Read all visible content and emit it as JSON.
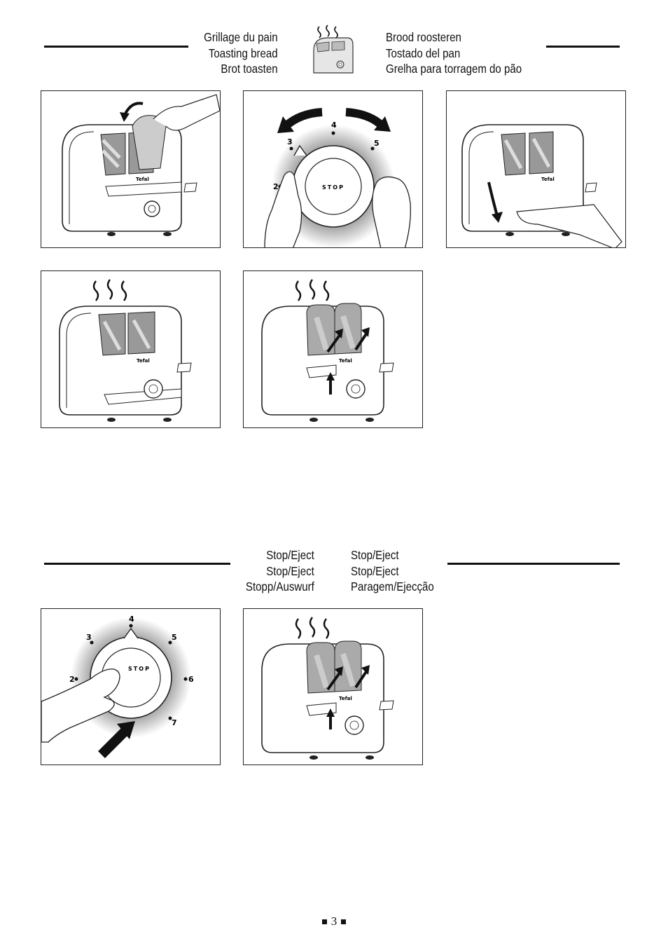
{
  "section1": {
    "left_lines": [
      "Grillage du pain",
      "Toasting bread",
      "Brot toasten"
    ],
    "right_lines": [
      "Brood roosteren",
      "Tostado del pan",
      "Grelha para torragem do pão"
    ],
    "icon": "toaster-steam-icon"
  },
  "section2": {
    "left_lines": [
      "Stop/Eject",
      "Stop/Eject",
      "Stopp/Auswurf"
    ],
    "right_lines": [
      "Stop/Eject",
      "Stop/Eject",
      "Paragem/Ejecção"
    ]
  },
  "dial": {
    "numbers": [
      "2",
      "3",
      "4",
      "5",
      "6",
      "7"
    ],
    "center_text": "STOP"
  },
  "brand": "Tefal",
  "page_number": "3"
}
